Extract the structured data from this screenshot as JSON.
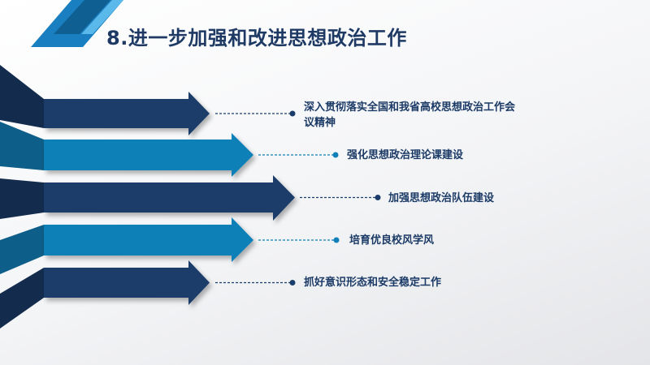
{
  "slide": {
    "title": "8.进一步加强和改进思想政治工作",
    "items": [
      {
        "text_line1": "深入贯彻落实全国和我省高校思想政治工作会",
        "text_line2": "议精神"
      },
      {
        "text_line1": "强化思想政治理论课建设"
      },
      {
        "text_line1": "加强思想政治队伍建设"
      },
      {
        "text_line1": "培育优良校风学风"
      },
      {
        "text_line1": "抓好意识形态和安全稳定工作"
      }
    ]
  },
  "colors": {
    "dark": "#1b3d6b",
    "dark_side": "#132c4e",
    "light": "#1180b8",
    "light_side": "#0d5e88",
    "text": "#1b3a66"
  }
}
